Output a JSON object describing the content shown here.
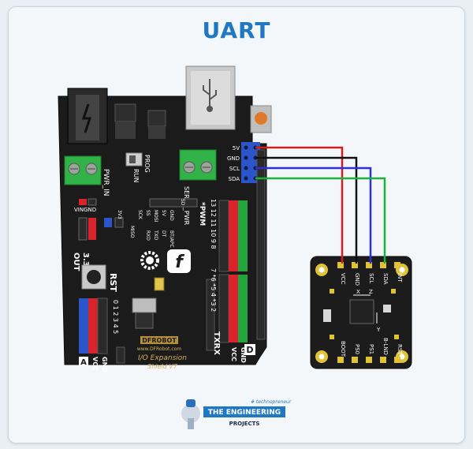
{
  "title": "UART",
  "shield": {
    "brand": "DFROBOT",
    "website": "www.DFRobot.com",
    "name_line1": "I/O Expansion",
    "name_line2": "Shield V7",
    "labels": {
      "pwr_in": "PWR_IN",
      "prog": "PROG",
      "run": "RUN",
      "servo_pwr": "SERVO_PWR",
      "vingnd": "VINGND",
      "v33": "3.3V",
      "out": "OUT",
      "rst": "RST",
      "pwm": "*PWM",
      "txrx": "TXRX",
      "vcc": "VCC",
      "gnd": "GND",
      "digital_top": "13 12 11 10 9 8",
      "digital_mid": "7 *6 *5 4 *3 2",
      "analog_nums": "0 1 2 3 4 5",
      "i2c_pins": [
        "5V",
        "GND",
        "SCL",
        "SDA"
      ],
      "spi_labels": [
        "3V3",
        "SCK",
        "MISO",
        "SS",
        "MOSI",
        "5V",
        "GND",
        "RXD",
        "TXD",
        "SD",
        "DT",
        "BT/APC"
      ],
      "d_label": "D",
      "a_label": "A"
    }
  },
  "sensor": {
    "top_pins": [
      "VCC",
      "GND",
      "SCL",
      "SDA",
      "INT"
    ],
    "bottom_pins": [
      "BOOT",
      "PS0",
      "PS1",
      "B-LND",
      "RST"
    ],
    "axes": [
      "X",
      "Y",
      "Z"
    ]
  },
  "wires": [
    {
      "from": "5V",
      "to": "VCC",
      "color": "#d21e1e"
    },
    {
      "from": "GND",
      "to": "GND",
      "color": "#111111"
    },
    {
      "from": "SCL",
      "to": "SCL",
      "color": "#2f2fd8"
    },
    {
      "from": "SDA",
      "to": "SDA",
      "color": "#18b33a"
    }
  ],
  "footer": {
    "hashtag": "# technopreneur",
    "brand_line1": "THE ENGINEERING",
    "brand_line2": "PROJECTS"
  },
  "colors": {
    "title": "#1f78c1",
    "board": "#1a1a1a",
    "header_red": "#d8252b",
    "header_green": "#25a33c",
    "header_blue": "#2b55c9",
    "terminal_green": "#32b347"
  }
}
